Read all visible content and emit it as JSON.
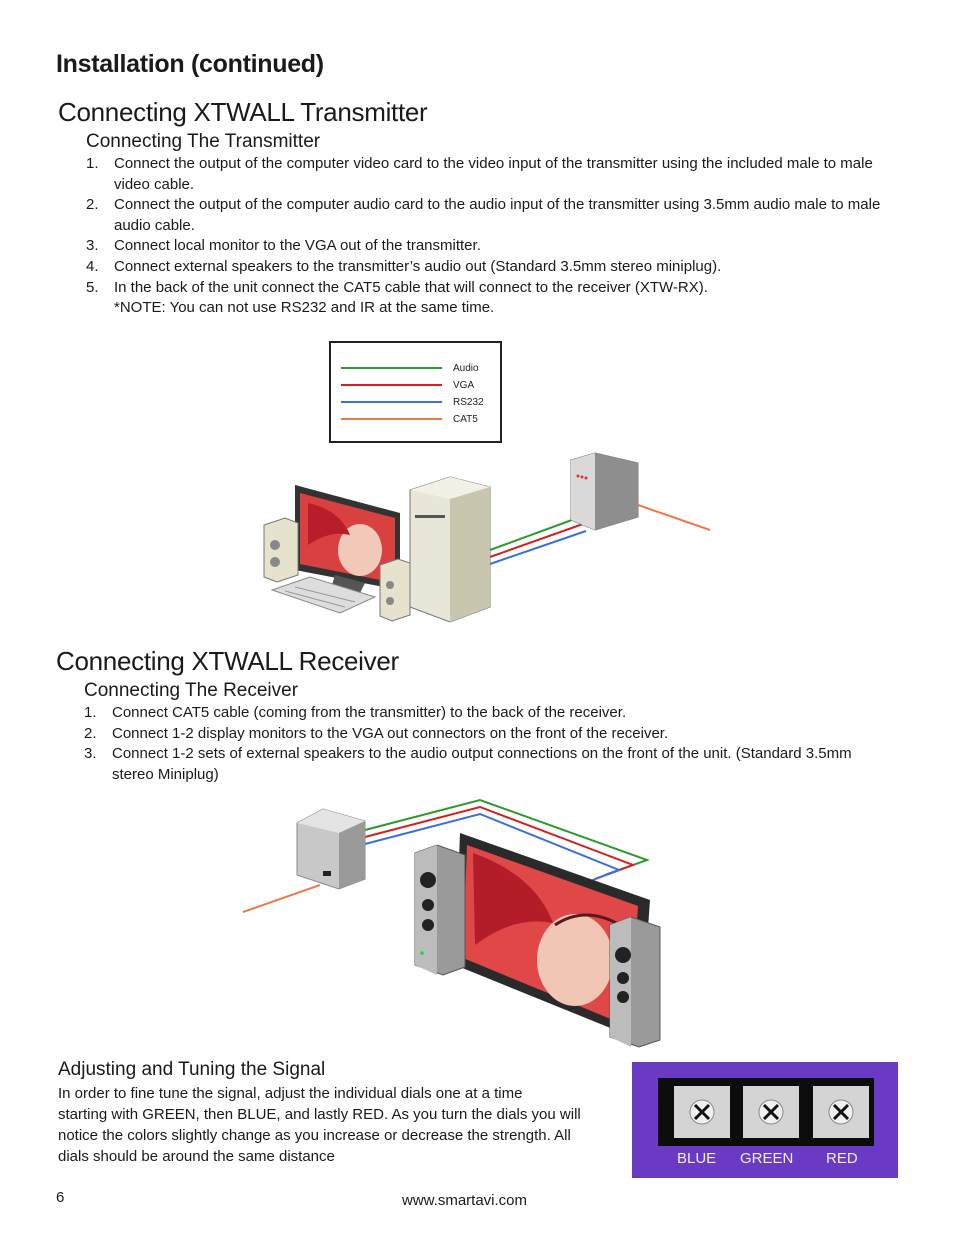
{
  "page": {
    "heading": "Installation (continued)",
    "page_number": "6",
    "website": "www.smartavi.com"
  },
  "transmitter": {
    "title": "Connecting XTWALL Transmitter",
    "subtitle": "Connecting The Transmitter",
    "steps": [
      {
        "num": "1.",
        "text": "Connect the output of the computer video card to the video input of the transmitter using the included male to male video cable."
      },
      {
        "num": "2.",
        "text": "Connect the output of the computer audio card to the audio input of the transmitter using 3.5mm audio male to male audio cable."
      },
      {
        "num": "3.",
        "text": "Connect local monitor to the VGA out of the transmitter."
      },
      {
        "num": "4.",
        "text": "Connect external speakers to the transmitter’s audio out (Standard 3.5mm stereo miniplug)."
      },
      {
        "num": "5.",
        "text": "In the back of the unit connect the CAT5 cable that will connect to the receiver (XTW-RX)."
      }
    ],
    "note": "*NOTE: You can not use RS232 and IR at the same time.",
    "legend": [
      {
        "label": "Audio",
        "color": "#2e9a2e"
      },
      {
        "label": "VGA",
        "color": "#d42020"
      },
      {
        "label": "RS232",
        "color": "#3a6fe0"
      },
      {
        "label": "CAT5",
        "color": "#f07848"
      }
    ]
  },
  "receiver": {
    "title": "Connecting XTWALL Receiver",
    "subtitle": "Connecting The Receiver",
    "steps": [
      {
        "num": "1.",
        "text": "Connect CAT5 cable (coming from the transmitter) to the back of the receiver."
      },
      {
        "num": "2.",
        "text": "Connect 1-2 display monitors to the VGA out connectors on the front of the receiver."
      },
      {
        "num": "3.",
        "text": "Connect 1-2 sets of external speakers to the audio output connections on the front of the unit. (Standard 3.5mm stereo Miniplug)"
      }
    ]
  },
  "tuning": {
    "title": "Adjusting and Tuning the Signal",
    "lines": [
      "In order to fine tune the signal, adjust the individual dials one at a time",
      "starting with GREEN, then BLUE, and lastly RED. As you turn the dials you will",
      "notice the colors slightly change as you increase or decrease the strength. All",
      "dials should be around the same distance"
    ],
    "dials": [
      {
        "label": "BLUE"
      },
      {
        "label": "GREEN"
      },
      {
        "label": "RED"
      }
    ]
  }
}
